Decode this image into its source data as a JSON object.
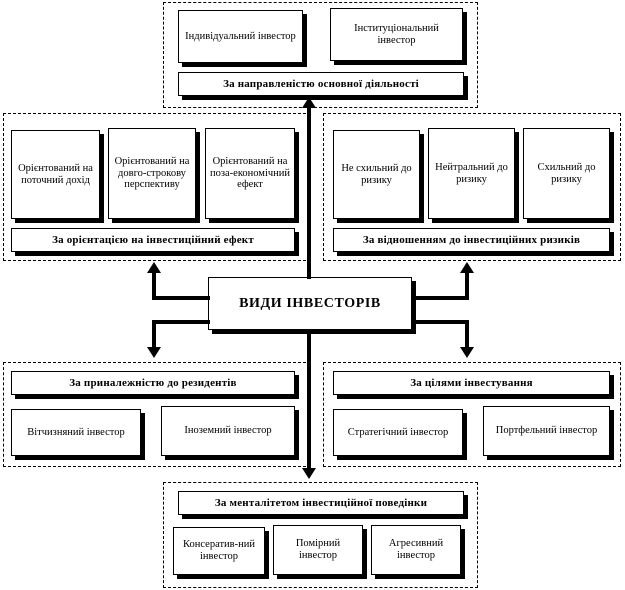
{
  "diagram": {
    "title": "ВИДИ ІНВЕСТОРІВ",
    "center": {
      "label": "ВИДИ ІНВЕСТОРІВ"
    },
    "groups": [
      {
        "id": "by-main-activity",
        "banner": "За направленістю основної діяльності",
        "banner_position": "bottom",
        "items": [
          {
            "label": "Індивідуальний інвестор"
          },
          {
            "label": "Інституціональний інвестор"
          }
        ]
      },
      {
        "id": "by-investment-effect-orientation",
        "banner": "За орієнтацією на інвестиційний ефект",
        "banner_position": "bottom",
        "items": [
          {
            "label": "Орієнтований на поточний дохід"
          },
          {
            "label": "Орієнтований на довго-строкову перспективу"
          },
          {
            "label": "Орієнтований на поза-економічний ефект"
          }
        ]
      },
      {
        "id": "by-attitude-to-risk",
        "banner": "За відношенням до інвестиційних ризиків",
        "banner_position": "bottom",
        "items": [
          {
            "label": "Не схильний до ризику"
          },
          {
            "label": "Нейтральний до ризику"
          },
          {
            "label": "Схильний до ризику"
          }
        ]
      },
      {
        "id": "by-residency",
        "banner": "За приналежністю до резидентів",
        "banner_position": "top",
        "items": [
          {
            "label": "Вітчизняний інвестор"
          },
          {
            "label": "Іноземний інвестор"
          }
        ]
      },
      {
        "id": "by-investment-goals",
        "banner": "За цілями інвестування",
        "banner_position": "top",
        "items": [
          {
            "label": "Стратегічний інвестор"
          },
          {
            "label": "Портфельний інвестор"
          }
        ]
      },
      {
        "id": "by-investment-behaviour-mentality",
        "banner": "За менталітетом інвестиційної поведінки",
        "banner_position": "top",
        "items": [
          {
            "label": "Консератив-ний інвестор"
          },
          {
            "label": "Помірний інвестор"
          },
          {
            "label": "Агресивний інвестор"
          }
        ]
      }
    ],
    "colors": {
      "line": "#000000",
      "box_fill": "#ffffff",
      "box_border": "#000000",
      "shadow": "#000000",
      "background": "#ffffff"
    }
  }
}
